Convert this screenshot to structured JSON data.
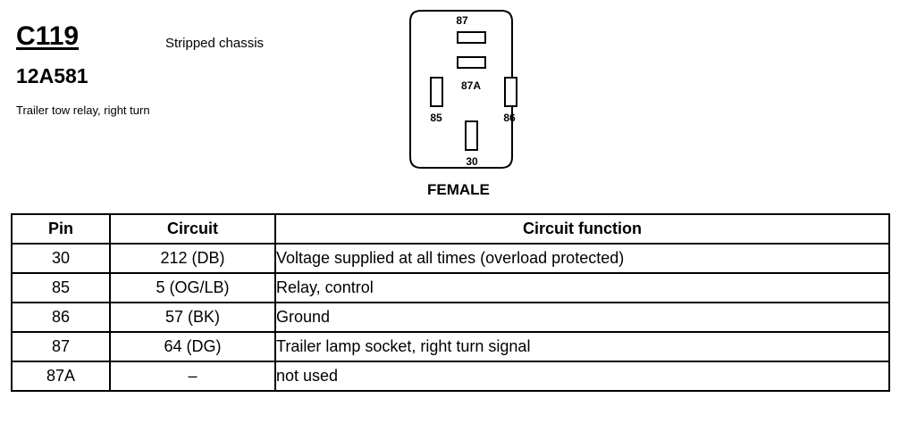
{
  "header": {
    "connector_id": "C119",
    "part_number": "12A581",
    "description": "Trailer tow relay, right turn",
    "variant": "Stripped chassis"
  },
  "diagram": {
    "pins": [
      "87",
      "87A",
      "85",
      "86",
      "30"
    ],
    "view_label": "FEMALE"
  },
  "table": {
    "headers": [
      "Pin",
      "Circuit",
      "Circuit function"
    ],
    "rows": [
      {
        "pin": "30",
        "circuit": "212 (DB)",
        "function": "Voltage supplied at all times (overload protected)"
      },
      {
        "pin": "85",
        "circuit": "5 (OG/LB)",
        "function": "Relay, control"
      },
      {
        "pin": "86",
        "circuit": "57 (BK)",
        "function": "Ground"
      },
      {
        "pin": "87",
        "circuit": "64 (DG)",
        "function": "Trailer lamp socket, right turn signal"
      },
      {
        "pin": "87A",
        "circuit": "–",
        "function": "not used"
      }
    ]
  }
}
